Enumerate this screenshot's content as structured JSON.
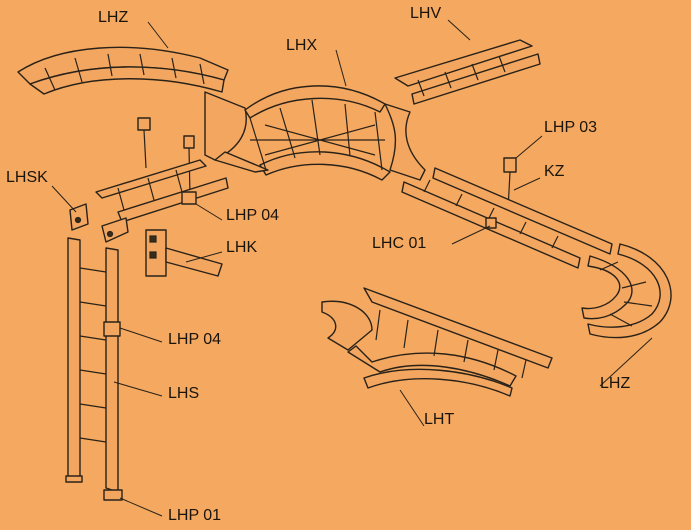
{
  "labels": {
    "lhz_top": "LHZ",
    "lhv": "LHV",
    "lhx": "LHX",
    "lhp03": "LHP 03",
    "lhsk": "LHSK",
    "kz": "KZ",
    "lhp04_top": "LHP 04",
    "lhc01": "LHC 01",
    "lhk": "LHK",
    "lhp04_mid": "LHP 04",
    "lhs": "LHS",
    "lhz_right": "LHZ",
    "lht": "LHT",
    "lhp01": "LHP 01"
  },
  "colors": {
    "background": "#f4a860",
    "line": "#2a2218"
  }
}
